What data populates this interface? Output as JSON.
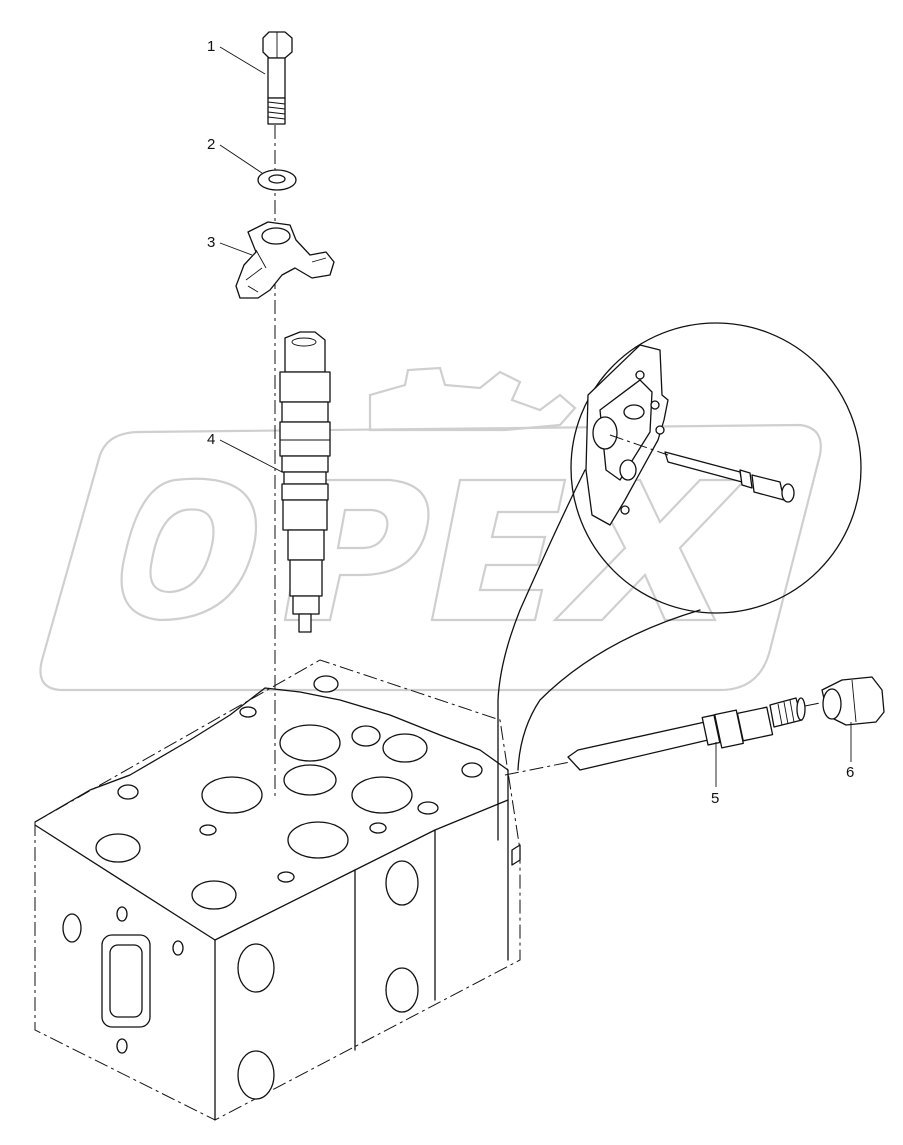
{
  "watermark": {
    "text": "OPEX"
  },
  "callouts": [
    {
      "id": "1",
      "label": "1"
    },
    {
      "id": "2",
      "label": "2"
    },
    {
      "id": "3",
      "label": "3"
    },
    {
      "id": "4",
      "label": "4"
    },
    {
      "id": "5",
      "label": "5"
    },
    {
      "id": "6",
      "label": "6"
    }
  ],
  "colors": {
    "line": "#111111",
    "watermark": "#cfcfcf",
    "background": "#ffffff"
  }
}
